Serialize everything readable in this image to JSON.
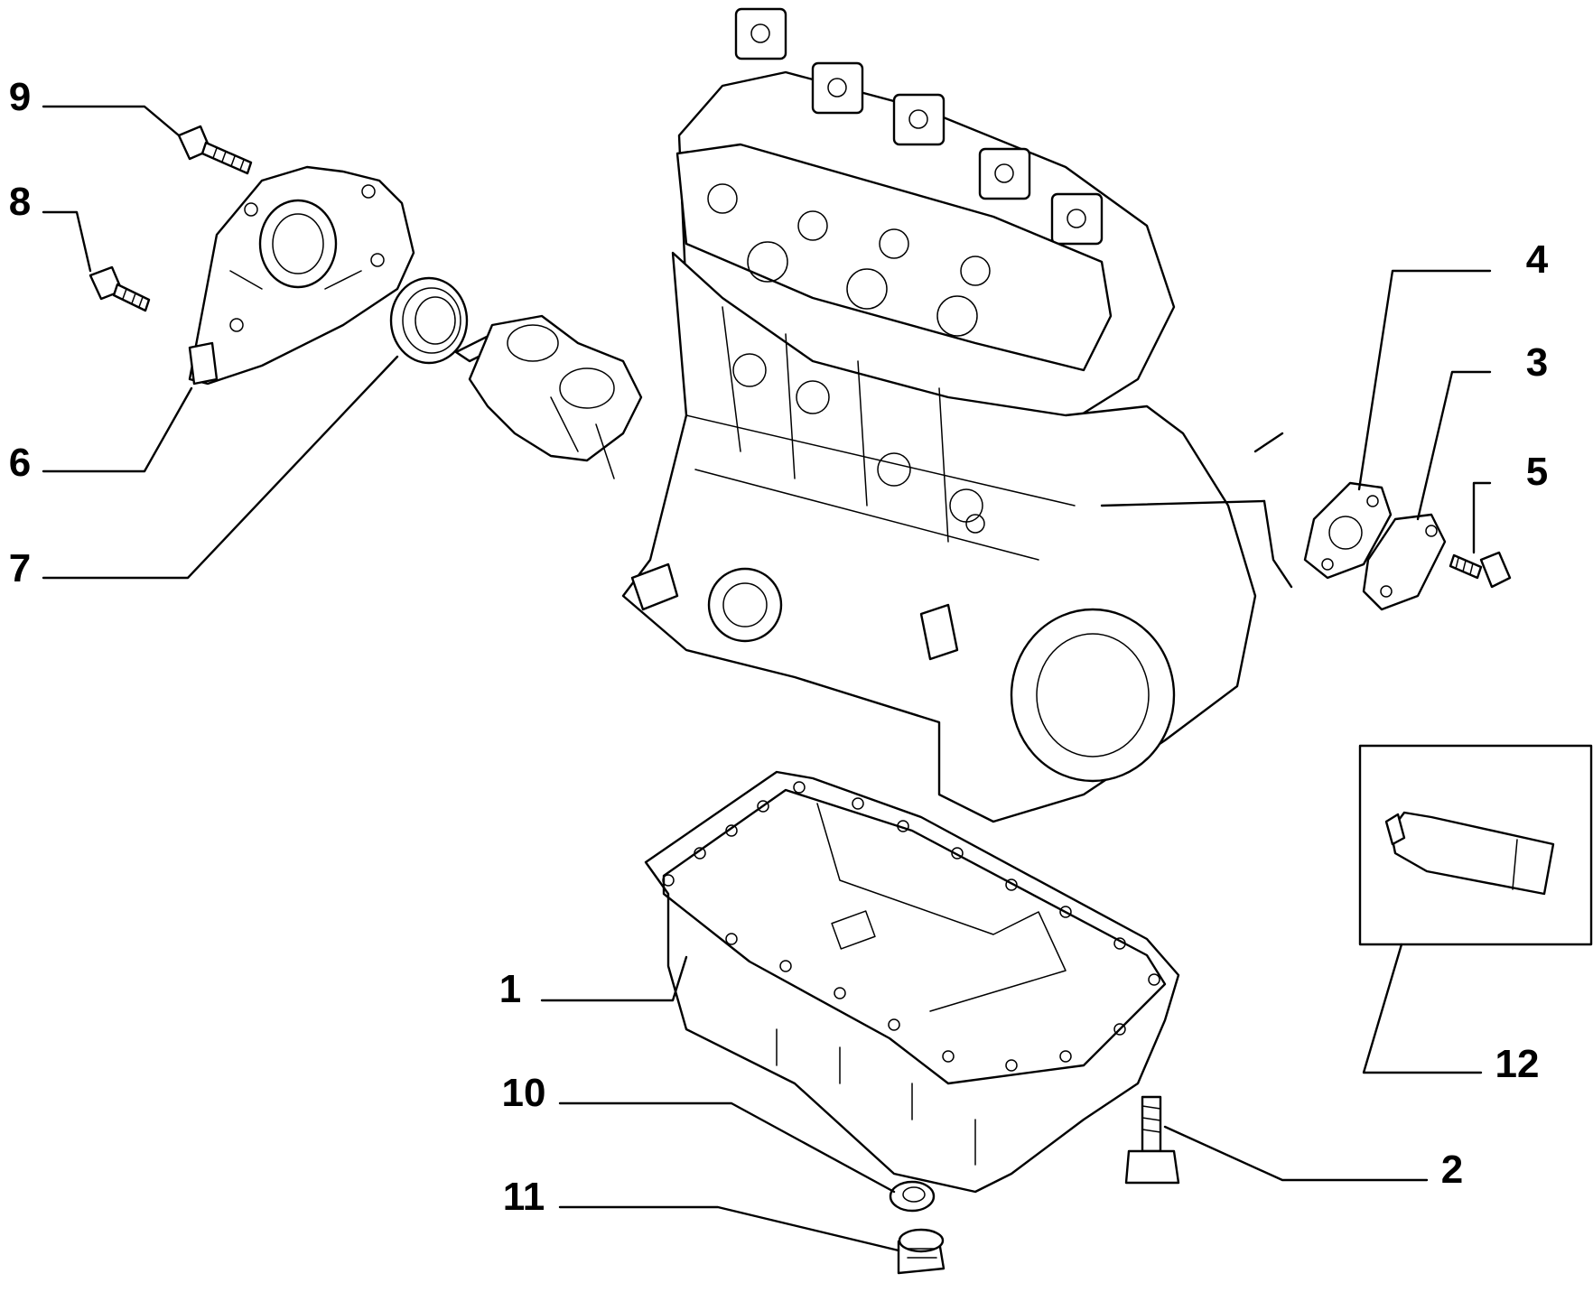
{
  "callouts": {
    "c1": "1",
    "c2": "2",
    "c3": "3",
    "c4": "4",
    "c5": "5",
    "c6": "6",
    "c7": "7",
    "c8": "8",
    "c9": "9",
    "c10": "10",
    "c11": "11",
    "c12": "12"
  },
  "colors": {
    "ink": "#000000",
    "paper": "#ffffff"
  }
}
